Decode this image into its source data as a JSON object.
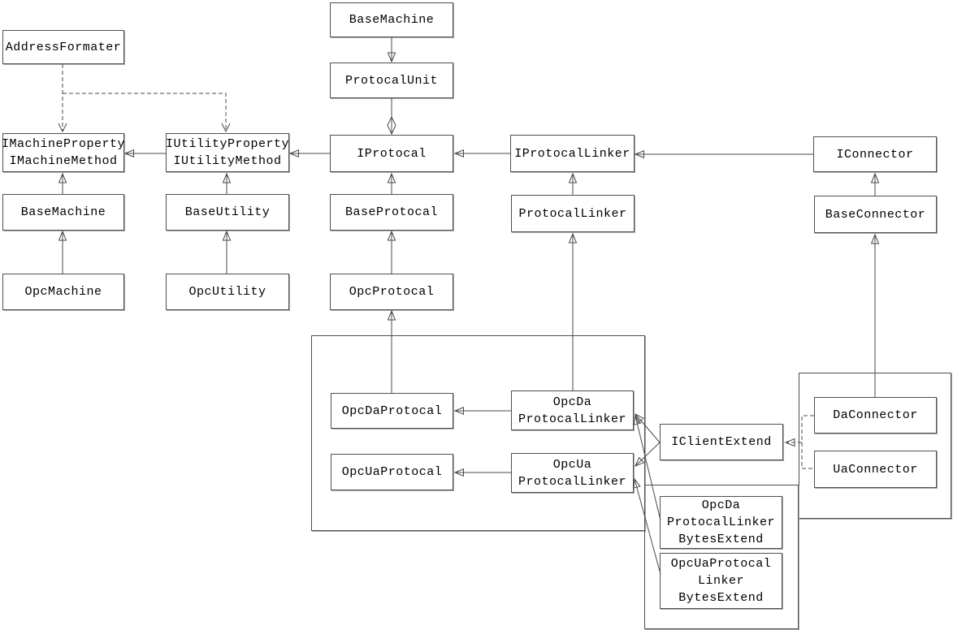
{
  "diagram": {
    "palette": {
      "background": "#ffffff",
      "line": "#4a4a4a",
      "text": "#000000",
      "box_fill": "#ffffff"
    },
    "nodes": {
      "addressFormater": {
        "label": "AddressFormater"
      },
      "baseMachineTop": {
        "label": "BaseMachine"
      },
      "protocalUnit": {
        "label": "ProtocalUnit"
      },
      "iMachine": {
        "label": "IMachineProperty\nIMachineMethod"
      },
      "iUtility": {
        "label": "IUtilityProperty\nIUtilityMethod"
      },
      "iProtocal": {
        "label": "IProtocal"
      },
      "iProtocalLinker": {
        "label": "IProtocalLinker"
      },
      "iConnector": {
        "label": "IConnector"
      },
      "baseMachine": {
        "label": "BaseMachine"
      },
      "baseUtility": {
        "label": "BaseUtility"
      },
      "baseProtocal": {
        "label": "BaseProtocal"
      },
      "protocalLinker": {
        "label": "ProtocalLinker"
      },
      "baseConnector": {
        "label": "BaseConnector"
      },
      "opcMachine": {
        "label": "OpcMachine"
      },
      "opcUtility": {
        "label": "OpcUtility"
      },
      "opcProtocal": {
        "label": "OpcProtocal"
      },
      "opcDaProtocal": {
        "label": "OpcDaProtocal"
      },
      "opcDaLinker": {
        "label": "OpcDa\nProtocalLinker"
      },
      "opcUaProtocal": {
        "label": "OpcUaProtocal"
      },
      "opcUaLinker": {
        "label": "OpcUa\nProtocalLinker"
      },
      "iClientExtend": {
        "label": "IClientExtend"
      },
      "daConnector": {
        "label": "DaConnector"
      },
      "uaConnector": {
        "label": "UaConnector"
      },
      "opcDaBytes": {
        "label": "OpcDa\nProtocalLinker\nBytesExtend"
      },
      "opcUaBytes": {
        "label": "OpcUaProtocal\nLinker\nBytesExtend"
      }
    },
    "relationships": [
      {
        "from": "BaseMachine(top)",
        "to": "ProtocalUnit",
        "type": "inheritance-arrow-down"
      },
      {
        "from": "ProtocalUnit",
        "to": "IProtocal",
        "type": "aggregation"
      },
      {
        "from": "IProtocalLinker",
        "to": "IProtocal",
        "type": "association"
      },
      {
        "from": "IConnector",
        "to": "IProtocalLinker",
        "type": "association"
      },
      {
        "from": "IProtocal",
        "to": "IUtilityProperty/IUtilityMethod",
        "type": "association"
      },
      {
        "from": "IUtilityProperty/IUtilityMethod",
        "to": "IMachineProperty/IMachineMethod",
        "type": "association"
      },
      {
        "from": "BaseProtocal",
        "to": "IProtocal",
        "type": "inheritance"
      },
      {
        "from": "OpcProtocal",
        "to": "BaseProtocal",
        "type": "inheritance"
      },
      {
        "from": "OpcDaProtocal",
        "to": "OpcProtocal",
        "type": "inheritance"
      },
      {
        "from": "BaseMachine",
        "to": "IMachineProperty/IMachineMethod",
        "type": "inheritance"
      },
      {
        "from": "OpcMachine",
        "to": "BaseMachine",
        "type": "inheritance"
      },
      {
        "from": "BaseUtility",
        "to": "IUtilityProperty/IUtilityMethod",
        "type": "inheritance"
      },
      {
        "from": "OpcUtility",
        "to": "BaseUtility",
        "type": "inheritance"
      },
      {
        "from": "ProtocalLinker",
        "to": "IProtocalLinker",
        "type": "inheritance"
      },
      {
        "from": "OpcDaProtocalLinker",
        "to": "ProtocalLinker",
        "type": "inheritance"
      },
      {
        "from": "BaseConnector",
        "to": "IConnector",
        "type": "inheritance"
      },
      {
        "from": "DaConnector",
        "to": "BaseConnector",
        "type": "inheritance"
      },
      {
        "from": "OpcDaProtocalLinker",
        "to": "OpcDaProtocal",
        "type": "association"
      },
      {
        "from": "OpcUaProtocalLinker",
        "to": "OpcUaProtocal",
        "type": "association"
      },
      {
        "from": "IClientExtend",
        "to": "OpcDaProtocalLinker",
        "type": "association"
      },
      {
        "from": "IClientExtend",
        "to": "OpcUaProtocalLinker",
        "type": "association"
      },
      {
        "from": "OpcDaProtocalLinkerBytesExtend",
        "to": "OpcDaProtocalLinker",
        "type": "association"
      },
      {
        "from": "OpcUaProtocalLinkerBytesExtend",
        "to": "OpcUaProtocalLinker",
        "type": "association"
      },
      {
        "from": "AddressFormater",
        "to": "IMachineProperty/IMachineMethod",
        "type": "dependency-dashed"
      },
      {
        "from": "AddressFormater",
        "to": "IUtilityProperty/IUtilityMethod",
        "type": "dependency-dashed"
      },
      {
        "from": "DaConnector",
        "to": "IClientExtend",
        "type": "realization-dashed"
      },
      {
        "from": "UaConnector",
        "to": "IClientExtend",
        "type": "realization-dashed"
      }
    ]
  }
}
